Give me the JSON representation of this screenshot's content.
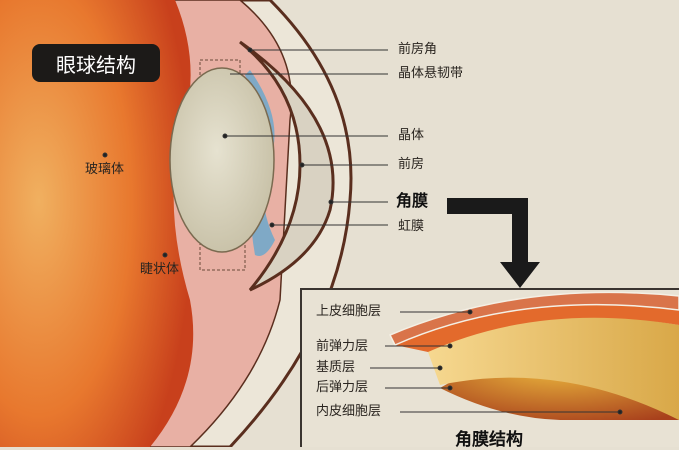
{
  "title": "眼球结构",
  "eye_labels": {
    "anterior_chamber_angle": "前房角",
    "zonule": "晶体悬韧带",
    "lens": "晶体",
    "anterior_chamber": "前房",
    "cornea": "角膜",
    "iris": "虹膜",
    "vitreous": "玻璃体",
    "ciliary_body": "睫状体"
  },
  "cornea_inset": {
    "title": "角膜结构",
    "layers": [
      "上皮细胞层",
      "前弹力层",
      "基质层",
      "后弹力层",
      "内皮细胞层"
    ]
  },
  "colors": {
    "background": "#e6e0d2",
    "vitreous": "#e0602a",
    "lens": "#d8d2bc",
    "iris": "#7fa9c6",
    "tissue": "#d9958e",
    "outline": "#5a2e1e"
  }
}
